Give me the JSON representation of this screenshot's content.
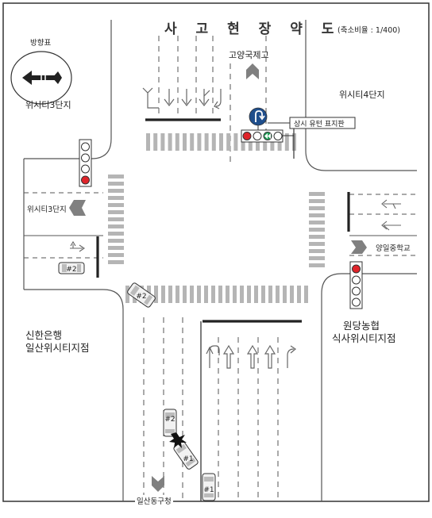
{
  "diagram": {
    "title": "사 고 현 장 약 도",
    "scale_text": "(축소비율 : 1/400)",
    "direction_label": "방향표",
    "direction_icon": "north-arrow-icon",
    "labels": {
      "top_road": "고양국제고",
      "uturn_sign": "상시 유턴 표지판",
      "apartment_3_top": "위시티3단지",
      "apartment_4": "위시티4단지",
      "apartment_3_left": "위시티3단지",
      "middle_school": "양일중학교",
      "bank_line1": "신한은행",
      "bank_line2": "일산위시티지점",
      "nonghyup_line1": "원당농협",
      "nonghyup_line2": "식사위시티지점",
      "district_office": "일산동구청"
    },
    "vehicles": [
      {
        "id": "#2",
        "location": "west approach"
      },
      {
        "id": "#2",
        "location": "southwest corner"
      },
      {
        "id": "#2",
        "location": "collision point"
      },
      {
        "id": "#1",
        "location": "collision point"
      },
      {
        "id": "#1",
        "location": "south approach"
      }
    ],
    "colors": {
      "line": "#555555",
      "crosswalk": "#b5b5b5",
      "signal_red": "#e0242a",
      "signal_green": "#21a35a",
      "sign_blue": "#1f4e8c",
      "marker_gray": "#808080"
    }
  }
}
